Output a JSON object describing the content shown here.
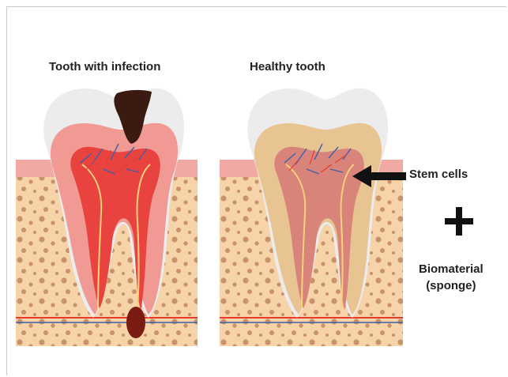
{
  "labels": {
    "infected_title": "Tooth with infection",
    "healthy_title": "Healthy tooth",
    "stem_cells": "Stem cells",
    "biomaterial_line1": "Biomaterial",
    "biomaterial_line2": "(sponge)",
    "plus_symbol": "+"
  },
  "colors": {
    "gum": "#f0a9a3",
    "bone": "#f6d3a9",
    "bone_spot": "#c8926a",
    "enamel": "#ececec",
    "infected_pulp": "#e8433f",
    "infected_dentin": "#f19a94",
    "healthy_dentin": "#e9c493",
    "healthy_pulp": "#c9584f",
    "cavity": "#3b1a12",
    "nerve_red": "#e63b2e",
    "nerve_blue": "#3f5fa8"
  },
  "icons": [
    "arrow-left-icon",
    "plus-icon"
  ]
}
